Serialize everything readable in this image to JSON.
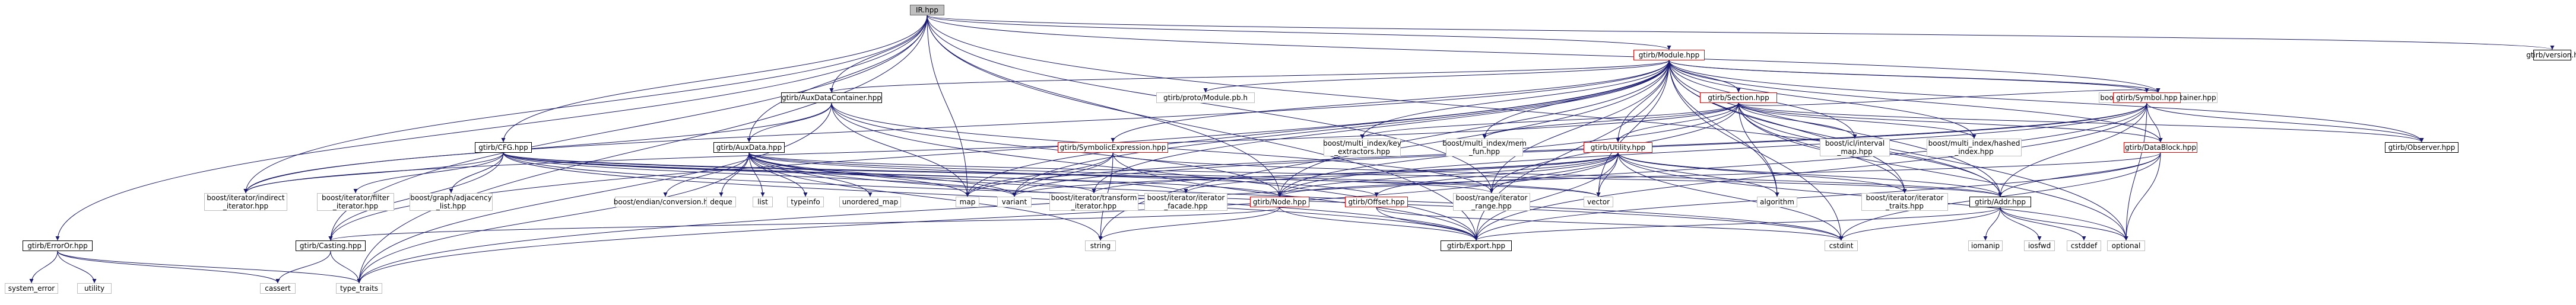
{
  "colors": {
    "edge": "#191970",
    "border_std": "#bfbfbf",
    "border_doc": "#000000",
    "border_red": "#ff0000",
    "root_fill": "#bfbfbf"
  },
  "nodes": [
    {
      "id": "ir",
      "label": "IR.hpp",
      "style": "gray"
    },
    {
      "id": "version",
      "label": "gtirb/version.h",
      "style": "black"
    },
    {
      "id": "module",
      "label": "gtirb/Module.hpp",
      "style": "red"
    },
    {
      "id": "auxcontainer",
      "label": "gtirb/AuxDataContainer.hpp",
      "style": "black"
    },
    {
      "id": "protomodule",
      "label": "gtirb/proto/Module.pb.h",
      "style": "std"
    },
    {
      "id": "section",
      "label": "gtirb/Section.hpp",
      "style": "red"
    },
    {
      "id": "mi_container",
      "label": "boost/multi_index_container.hpp",
      "style": "std"
    },
    {
      "id": "symbol",
      "label": "gtirb/Symbol.hpp",
      "style": "red"
    },
    {
      "id": "cfg",
      "label": "gtirb/CFG.hpp",
      "style": "black"
    },
    {
      "id": "auxdata",
      "label": "gtirb/AuxData.hpp",
      "style": "black"
    },
    {
      "id": "symexpr",
      "label": "gtirb/SymbolicExpression.hpp",
      "style": "red"
    },
    {
      "id": "mi_key",
      "label": "boost/multi_index/key\n_extractors.hpp",
      "style": "std"
    },
    {
      "id": "mi_memfun",
      "label": "boost/multi_index/mem\n_fun.hpp",
      "style": "std"
    },
    {
      "id": "utility",
      "label": "gtirb/Utility.hpp",
      "style": "red"
    },
    {
      "id": "icl",
      "label": "boost/icl/interval\n_map.hpp",
      "style": "std"
    },
    {
      "id": "mi_hashed",
      "label": "boost/multi_index/hashed\n_index.hpp",
      "style": "std"
    },
    {
      "id": "datablock",
      "label": "gtirb/DataBlock.hpp",
      "style": "red"
    },
    {
      "id": "observer",
      "label": "gtirb/Observer.hpp",
      "style": "black"
    },
    {
      "id": "indirect",
      "label": "boost/iterator/indirect\n_iterator.hpp",
      "style": "std"
    },
    {
      "id": "filter",
      "label": "boost/iterator/filter\n_iterator.hpp",
      "style": "std"
    },
    {
      "id": "adjlist",
      "label": "boost/graph/adjacency\n_list.hpp",
      "style": "std"
    },
    {
      "id": "endian",
      "label": "boost/endian/conversion.hpp",
      "style": "std"
    },
    {
      "id": "deque",
      "label": "deque",
      "style": "std"
    },
    {
      "id": "list",
      "label": "list",
      "style": "std"
    },
    {
      "id": "typeinfo",
      "label": "typeinfo",
      "style": "std"
    },
    {
      "id": "unordered_map",
      "label": "unordered_map",
      "style": "std"
    },
    {
      "id": "map",
      "label": "map",
      "style": "std"
    },
    {
      "id": "variant",
      "label": "variant",
      "style": "std"
    },
    {
      "id": "transform",
      "label": "boost/iterator/transform\n_iterator.hpp",
      "style": "std"
    },
    {
      "id": "facade",
      "label": "boost/iterator/iterator\n_facade.hpp",
      "style": "std"
    },
    {
      "id": "node",
      "label": "gtirb/Node.hpp",
      "style": "red"
    },
    {
      "id": "offset",
      "label": "gtirb/Offset.hpp",
      "style": "red"
    },
    {
      "id": "range",
      "label": "boost/range/iterator\n_range.hpp",
      "style": "std"
    },
    {
      "id": "vector",
      "label": "vector",
      "style": "std"
    },
    {
      "id": "algorithm",
      "label": "algorithm",
      "style": "std"
    },
    {
      "id": "traits",
      "label": "boost/iterator/iterator\n_traits.hpp",
      "style": "std"
    },
    {
      "id": "addr",
      "label": "gtirb/Addr.hpp",
      "style": "black"
    },
    {
      "id": "iomanip",
      "label": "iomanip",
      "style": "std"
    },
    {
      "id": "iosfwd",
      "label": "iosfwd",
      "style": "std"
    },
    {
      "id": "cstddef",
      "label": "cstddef",
      "style": "std"
    },
    {
      "id": "optional",
      "label": "optional",
      "style": "std"
    },
    {
      "id": "cstdint",
      "label": "cstdint",
      "style": "std"
    },
    {
      "id": "erroror",
      "label": "gtirb/ErrorOr.hpp",
      "style": "black"
    },
    {
      "id": "casting",
      "label": "gtirb/Casting.hpp",
      "style": "black"
    },
    {
      "id": "string",
      "label": "string",
      "style": "std"
    },
    {
      "id": "export",
      "label": "gtirb/Export.hpp",
      "style": "black"
    },
    {
      "id": "system_error",
      "label": "system_error",
      "style": "std"
    },
    {
      "id": "utility_std",
      "label": "utility",
      "style": "std"
    },
    {
      "id": "cassert",
      "label": "cassert",
      "style": "std"
    },
    {
      "id": "type_traits",
      "label": "type_traits",
      "style": "std"
    }
  ],
  "edges": [
    [
      "ir",
      "version"
    ],
    [
      "ir",
      "module"
    ],
    [
      "ir",
      "auxcontainer"
    ],
    [
      "ir",
      "cfg"
    ],
    [
      "ir",
      "auxdata"
    ],
    [
      "ir",
      "erroror"
    ],
    [
      "ir",
      "indirect"
    ],
    [
      "ir",
      "node"
    ],
    [
      "ir",
      "addr"
    ],
    [
      "ir",
      "export"
    ],
    [
      "ir",
      "casting"
    ],
    [
      "ir",
      "mi_container"
    ],
    [
      "ir",
      "range"
    ],
    [
      "ir",
      "map"
    ],
    [
      "ir",
      "type_traits"
    ],
    [
      "module",
      "auxcontainer"
    ],
    [
      "module",
      "protomodule"
    ],
    [
      "module",
      "section"
    ],
    [
      "module",
      "mi_container"
    ],
    [
      "module",
      "symbol"
    ],
    [
      "module",
      "symexpr"
    ],
    [
      "module",
      "mi_key"
    ],
    [
      "module",
      "mi_memfun"
    ],
    [
      "module",
      "utility"
    ],
    [
      "module",
      "icl"
    ],
    [
      "module",
      "mi_hashed"
    ],
    [
      "module",
      "datablock"
    ],
    [
      "module",
      "observer"
    ],
    [
      "module",
      "indirect"
    ],
    [
      "module",
      "transform"
    ],
    [
      "module",
      "range"
    ],
    [
      "module",
      "map"
    ],
    [
      "module",
      "variant"
    ],
    [
      "module",
      "node"
    ],
    [
      "module",
      "addr"
    ],
    [
      "module",
      "optional"
    ],
    [
      "module",
      "cstdint"
    ],
    [
      "module",
      "export"
    ],
    [
      "module",
      "string"
    ],
    [
      "module",
      "vector"
    ],
    [
      "module",
      "algorithm"
    ],
    [
      "module",
      "traits"
    ],
    [
      "module",
      "casting"
    ],
    [
      "auxcontainer",
      "auxdata"
    ],
    [
      "auxcontainer",
      "map"
    ],
    [
      "auxcontainer",
      "node"
    ],
    [
      "auxcontainer",
      "export"
    ],
    [
      "auxcontainer",
      "type_traits"
    ],
    [
      "auxcontainer",
      "range"
    ],
    [
      "auxcontainer",
      "indirect"
    ],
    [
      "section",
      "mi_container"
    ],
    [
      "section",
      "mi_key"
    ],
    [
      "section",
      "mi_memfun"
    ],
    [
      "section",
      "utility"
    ],
    [
      "section",
      "icl"
    ],
    [
      "section",
      "mi_hashed"
    ],
    [
      "section",
      "datablock"
    ],
    [
      "section",
      "observer"
    ],
    [
      "section",
      "indirect"
    ],
    [
      "section",
      "range"
    ],
    [
      "section",
      "node"
    ],
    [
      "section",
      "addr"
    ],
    [
      "section",
      "optional"
    ],
    [
      "section",
      "algorithm"
    ],
    [
      "section",
      "traits"
    ],
    [
      "symbol",
      "datablock"
    ],
    [
      "symbol",
      "node"
    ],
    [
      "symbol",
      "addr"
    ],
    [
      "symbol",
      "optional"
    ],
    [
      "symbol",
      "observer"
    ],
    [
      "symbol",
      "export"
    ],
    [
      "symbol",
      "variant"
    ],
    [
      "symbol",
      "type_traits"
    ],
    [
      "symbol",
      "map"
    ],
    [
      "cfg",
      "indirect"
    ],
    [
      "cfg",
      "filter"
    ],
    [
      "cfg",
      "adjlist"
    ],
    [
      "cfg",
      "casting"
    ],
    [
      "cfg",
      "export"
    ],
    [
      "cfg",
      "node"
    ],
    [
      "cfg",
      "cstdint"
    ],
    [
      "cfg",
      "range"
    ],
    [
      "cfg",
      "variant"
    ],
    [
      "cfg",
      "transform"
    ],
    [
      "cfg",
      "facade"
    ],
    [
      "cfg",
      "vector"
    ],
    [
      "auxdata",
      "endian"
    ],
    [
      "auxdata",
      "deque"
    ],
    [
      "auxdata",
      "list"
    ],
    [
      "auxdata",
      "typeinfo"
    ],
    [
      "auxdata",
      "unordered_map"
    ],
    [
      "auxdata",
      "map"
    ],
    [
      "auxdata",
      "variant"
    ],
    [
      "auxdata",
      "addr"
    ],
    [
      "auxdata",
      "offset"
    ],
    [
      "auxdata",
      "export"
    ],
    [
      "auxdata",
      "string"
    ],
    [
      "auxdata",
      "type_traits"
    ],
    [
      "auxdata",
      "vector"
    ],
    [
      "auxdata",
      "cstdint"
    ],
    [
      "symexpr",
      "addr"
    ],
    [
      "symexpr",
      "map"
    ],
    [
      "symexpr",
      "variant"
    ],
    [
      "symexpr",
      "export"
    ],
    [
      "symexpr",
      "string"
    ],
    [
      "utility",
      "transform"
    ],
    [
      "utility",
      "facade"
    ],
    [
      "utility",
      "range"
    ],
    [
      "utility",
      "vector"
    ],
    [
      "utility",
      "algorithm"
    ],
    [
      "utility",
      "traits"
    ],
    [
      "utility",
      "cstdint"
    ],
    [
      "utility",
      "optional"
    ],
    [
      "utility",
      "type_traits"
    ],
    [
      "utility",
      "variant"
    ],
    [
      "utility",
      "offset"
    ],
    [
      "utility",
      "node"
    ],
    [
      "utility",
      "addr"
    ],
    [
      "utility",
      "export"
    ],
    [
      "datablock",
      "node"
    ],
    [
      "datablock",
      "addr"
    ],
    [
      "datablock",
      "optional"
    ],
    [
      "datablock",
      "export"
    ],
    [
      "datablock",
      "cstdint"
    ],
    [
      "node",
      "casting"
    ],
    [
      "node",
      "string"
    ],
    [
      "node",
      "export"
    ],
    [
      "offset",
      "export"
    ],
    [
      "offset",
      "cstdint"
    ],
    [
      "addr",
      "iomanip"
    ],
    [
      "addr",
      "iosfwd"
    ],
    [
      "addr",
      "cstddef"
    ],
    [
      "addr",
      "cstdint"
    ],
    [
      "addr",
      "optional"
    ],
    [
      "addr",
      "export"
    ],
    [
      "erroror",
      "system_error"
    ],
    [
      "erroror",
      "utility_std"
    ],
    [
      "erroror",
      "cassert"
    ],
    [
      "erroror",
      "type_traits"
    ],
    [
      "casting",
      "cassert"
    ],
    [
      "casting",
      "type_traits"
    ]
  ]
}
